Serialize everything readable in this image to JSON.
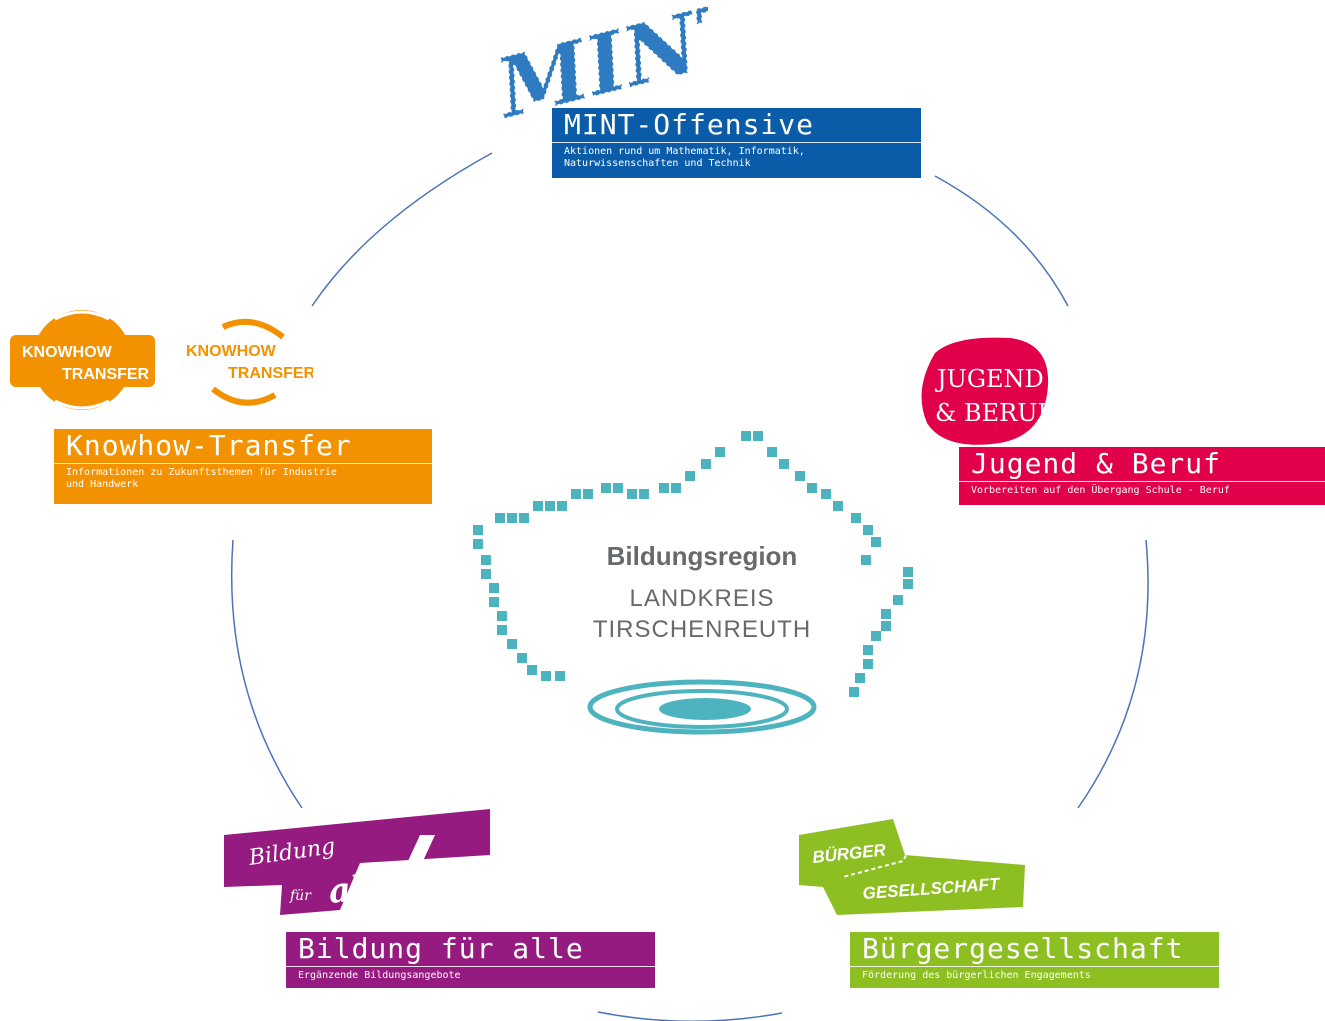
{
  "colors": {
    "arc": "#4a74b8",
    "mint": "#0a5ca8",
    "knowhow": "#f39200",
    "jugend": "#e2004a",
    "bildung": "#951b81",
    "buerger": "#8dbe22",
    "teal": "#4db3be",
    "gray": "#666a6d"
  },
  "center": {
    "line1": "Bildungsregion",
    "line2": "LANDKREIS",
    "line3": "TIRSCHENREUTH"
  },
  "mint": {
    "logo": "MINT",
    "title": "MINT-Offensive",
    "subtitle_line1": "Aktionen rund um Mathematik, Informatik,",
    "subtitle_line2": "Naturwissenschaften und Technik"
  },
  "knowhow": {
    "logo_line1": "KNOWHOW",
    "logo_line2": "TRANSFER",
    "title": "Knowhow-Transfer",
    "subtitle_line1": "Informationen zu Zukunftsthemen für Industrie",
    "subtitle_line2": "und Handwerk"
  },
  "jugend": {
    "logo_line1": "JUGEND",
    "logo_line2": "& BERUF",
    "title": "Jugend & Beruf",
    "subtitle_line1": "Vorbereiten auf den Übergang Schule - Beruf"
  },
  "bildung": {
    "logo_line1": "Bildung",
    "logo_line2": "für",
    "logo_line3": "alle",
    "title": "Bildung für alle",
    "subtitle_line1": "Ergänzende Bildungsangebote"
  },
  "buerger": {
    "logo_line1": "BÜRGER",
    "logo_line2": "GESELLSCHAFT",
    "title": "Bürgergesellschaft",
    "subtitle_line1": "Förderung des bürgerlichen Engagements"
  }
}
